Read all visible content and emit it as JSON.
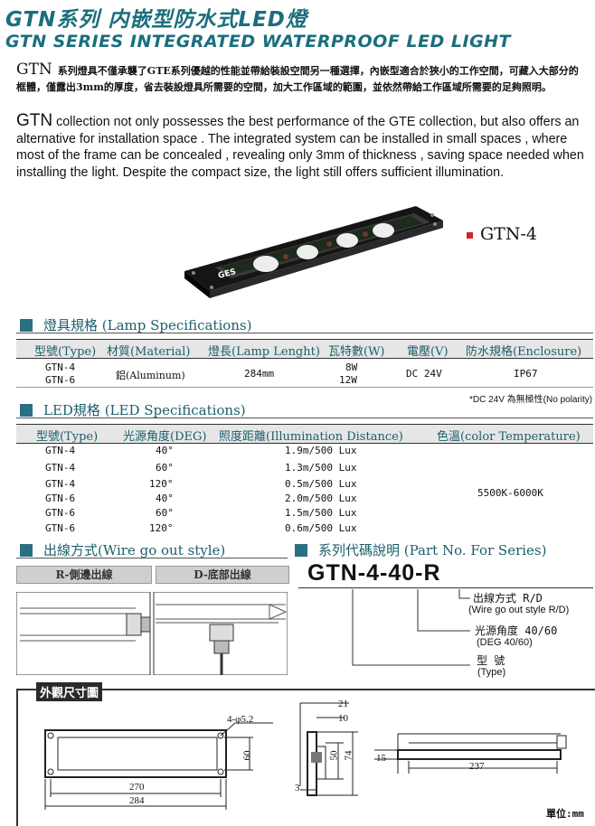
{
  "header": {
    "title_cn": "GTN系列 内嵌型防水式LED燈",
    "title_en": "GTN SERIES INTEGRATED WATERPROOF LED LIGHT"
  },
  "intro": {
    "cn_lead": "GTN",
    "cn_text": "系列燈具不僅承襲了GTE系列優越的性能並帶給裝設空間另一種選擇，內嵌型適合於狹小的工作空間，可藏入大部分的框體，僅露出3mm的厚度，省去裝設燈具所需要的空間，加大工作區域的範圍，並依然帶給工作區域所需要的足夠照明。",
    "en_lead": "GTN",
    "en_text": " collection not only possesses the best performance of the GTE collection, but also offers an alternative for  installation  space . The  integrated  system can be installed in small spaces , where  most  of  the  frame can be  concealed , revealing  only 3mm of  thickness , saving space needed when installing the light. Despite the compact size, the light still offers sufficient illumination."
  },
  "product": {
    "model_tag": "GTN-4",
    "logo_text": "GES"
  },
  "lamp_specs": {
    "heading": "燈具規格 (Lamp Specifications)",
    "columns": [
      "型號(Type)",
      "材質(Material)",
      "燈長(Lamp Lenght)",
      "瓦特數(W)",
      "電壓(V)",
      "防水規格(Enclosure)"
    ],
    "types": [
      "GTN-4",
      "GTN-6"
    ],
    "material": "鋁(Aluminum)",
    "length": "284mm",
    "watts": [
      "8W",
      "12W"
    ],
    "voltage": "DC 24V",
    "enclosure": "IP67",
    "note": "*DC 24V 為無極性(No polarity)"
  },
  "led_specs": {
    "heading": "LED規格 (LED Specifications)",
    "columns": [
      "型號(Type)",
      "光源角度(DEG)",
      "照度距離(Illumination Distance)",
      "色溫(color Temperature)"
    ],
    "rows": [
      {
        "type": "GTN-4",
        "deg": "40°",
        "dist": "1.9m/500 Lux"
      },
      {
        "type": "GTN-4",
        "deg": "60°",
        "dist": "1.3m/500 Lux"
      },
      {
        "type": "GTN-4",
        "deg": "120°",
        "dist": "0.5m/500 Lux"
      },
      {
        "type": "GTN-6",
        "deg": "40°",
        "dist": "2.0m/500 Lux"
      },
      {
        "type": "GTN-6",
        "deg": "60°",
        "dist": "1.5m/500 Lux"
      },
      {
        "type": "GTN-6",
        "deg": "120°",
        "dist": "0.6m/500 Lux"
      }
    ],
    "color_temp": "5500K-6000K"
  },
  "wire_out": {
    "heading": "出線方式(Wire go out style)",
    "r_label": "R-側邊出線",
    "d_label": "D-底部出線"
  },
  "part_no": {
    "heading": "系列代碼說明 (Part No. For Series)",
    "code": "GTN-4-40-R",
    "items": [
      {
        "cn": "出線方式 R/D",
        "en": "(Wire go out style R/D)"
      },
      {
        "cn": "光源角度 40/60",
        "en": "(DEG 40/60)"
      },
      {
        "cn": "型  號",
        "en": "(Type)"
      }
    ]
  },
  "dimensions": {
    "heading": "外觀尺寸圖",
    "hole": "4-φ5.2",
    "h60": "60",
    "w270": "270",
    "w284": "284",
    "d21": "21",
    "d10": "10",
    "d50": "50",
    "d74": "74",
    "d3": "3",
    "d15": "15",
    "d237": "237",
    "unit": "單位:mm"
  }
}
